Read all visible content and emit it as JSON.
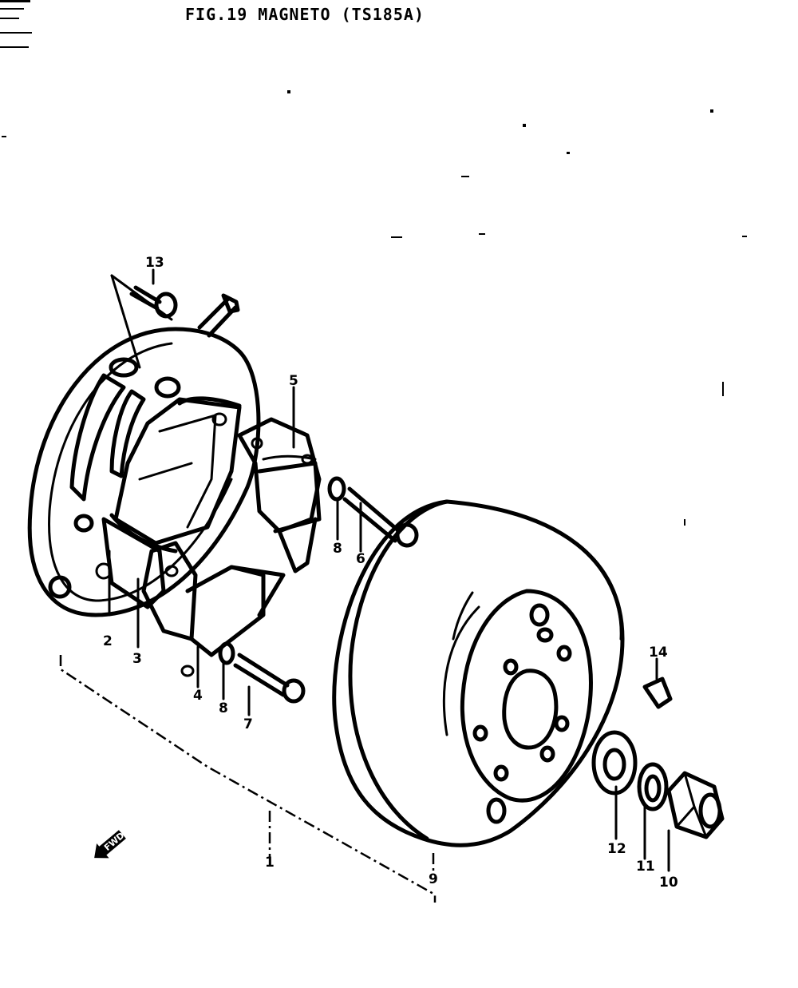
{
  "title": "FIG.19  MAGNETO  (TS185A)",
  "forward_arrow_label": "FWD",
  "callouts": [
    "1",
    "2",
    "3",
    "4",
    "5",
    "6",
    "7",
    "8",
    "8",
    "9",
    "10",
    "11",
    "12",
    "13",
    "14"
  ]
}
